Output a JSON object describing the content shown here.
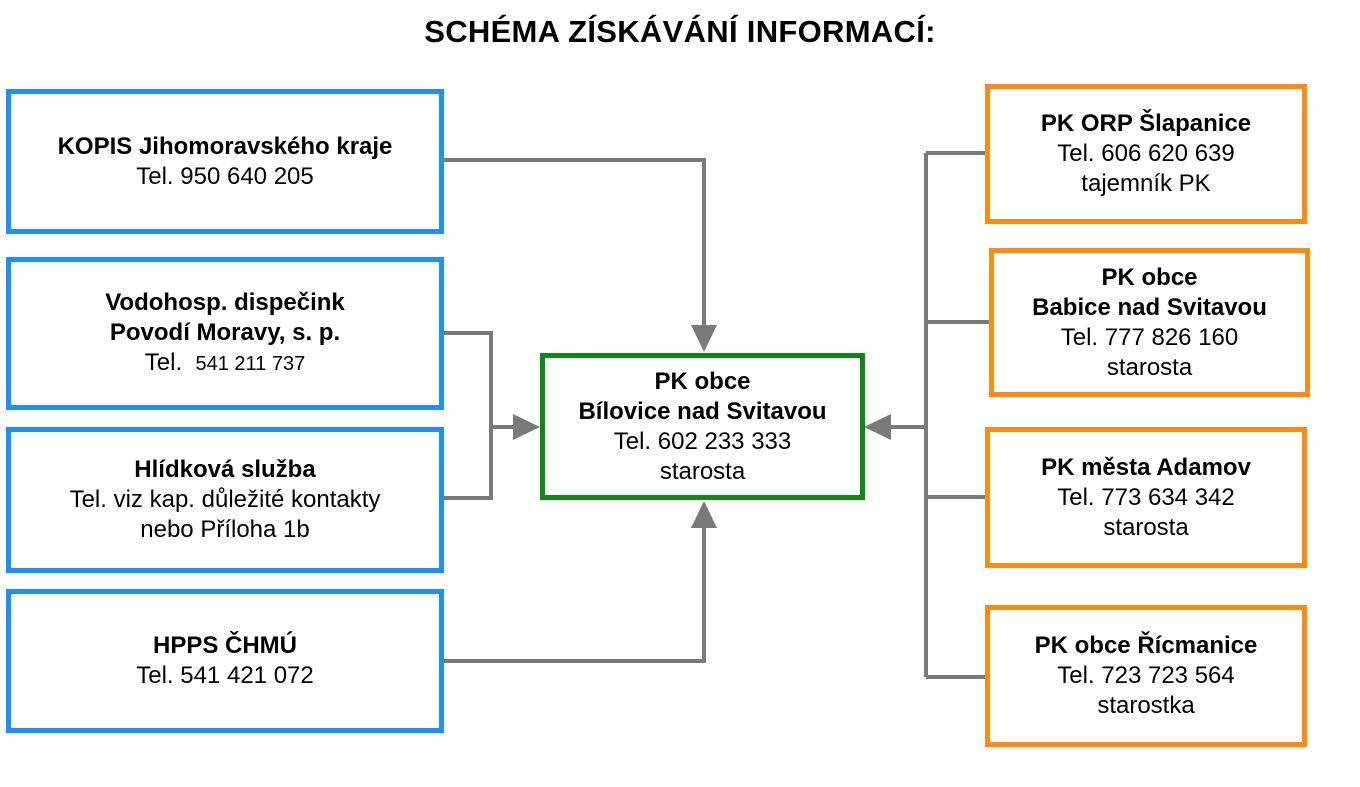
{
  "title": "SCHÉMA ZÍSKÁVÁNÍ INFORMACÍ:",
  "colors": {
    "left_border": "#1e8fff",
    "right_border": "#ff8a10",
    "center_border": "#0a8a10",
    "connector": "#7a7a7a"
  },
  "left_boxes": [
    {
      "name": "KOPIS Jihomoravského kraje",
      "phone": "Tel. 950 640 205"
    },
    {
      "name_line1": "Vodohosp. dispečink",
      "name_line2": "Povodí Moravy, s. p.",
      "phone_label": "Tel.",
      "phone_number": "541 211 737"
    },
    {
      "name": "Hlídková služba",
      "line2": "Tel. viz kap. důležité kontakty",
      "line3": "nebo Příloha 1b"
    },
    {
      "name": "HPPS ČHMÚ",
      "phone": "Tel. 541 421 072"
    }
  ],
  "center_box": {
    "line1": "PK obce",
    "line2": "Bílovice nad Svitavou",
    "phone": "Tel. 602 233 333",
    "role": "starosta"
  },
  "right_boxes": [
    {
      "name": "PK ORP Šlapanice",
      "phone": "Tel. 606 620 639",
      "role": "tajemník PK"
    },
    {
      "name_line1": "PK obce",
      "name_line2": "Babice nad Svitavou",
      "phone": "Tel. 777 826 160",
      "role": "starosta"
    },
    {
      "name": "PK města Adamov",
      "phone": "Tel. 773 634 342",
      "role": "starosta"
    },
    {
      "name": "PK obce Řícmanice",
      "phone": "Tel. 723 723 564",
      "role": "starostka"
    }
  ]
}
